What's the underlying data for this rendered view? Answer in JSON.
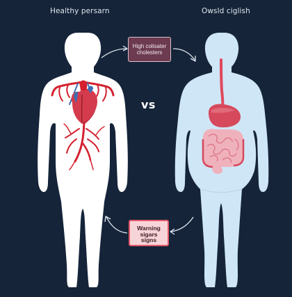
{
  "labels": {
    "left_title": "Healthy persarn",
    "right_title": "Owsld ciglish",
    "vs": "vs"
  },
  "boxes": {
    "top_line1": "High colisater",
    "top_line2": "cholesters",
    "bottom_line1": "Warning",
    "bottom_line2": "sigars",
    "bottom_line3": "signs"
  },
  "colors": {
    "background": "#152439",
    "healthy_body": "#ffffff",
    "sick_body": "#cfe6f7",
    "artery_red": "#d4202f",
    "heart_red": "#d43b4c",
    "vein_blue": "#3d6fb5",
    "digestive_pink": "#e89aa8",
    "stomach_red": "#d6485c"
  },
  "icons": [
    "arrow-curved-right-icon",
    "arrow-curved-down-icon",
    "arrow-curved-left-icon",
    "arrow-curved-up-icon"
  ]
}
